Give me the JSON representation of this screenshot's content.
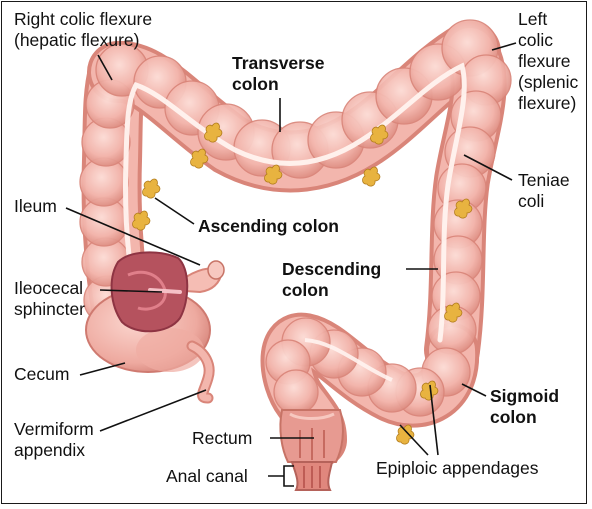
{
  "labels": {
    "right_flexure": "Right colic flexure\n(hepatic flexure)",
    "transverse": "Transverse\ncolon",
    "left_flexure": "Left\ncolic\nflexure\n(splenic\nflexure)",
    "teniae": "Teniae\ncoli",
    "ileum": "Ileum",
    "ascending": "Ascending colon",
    "descending": "Descending\ncolon",
    "ileocecal": "Ileocecal\nsphincter",
    "cecum": "Cecum",
    "sigmoid": "Sigmoid\ncolon",
    "appendix": "Vermiform\nappendix",
    "rectum": "Rectum",
    "anal_canal": "Anal canal",
    "epiploic": "Epiploic appendages"
  },
  "colors": {
    "colon_fill": "#f3b6ad",
    "colon_light": "#fad3cc",
    "colon_dark": "#d98579",
    "teniae": "#fff3ef",
    "fat": "#e8b340",
    "ileum_inner": "#b5525e",
    "line": "#111111"
  }
}
